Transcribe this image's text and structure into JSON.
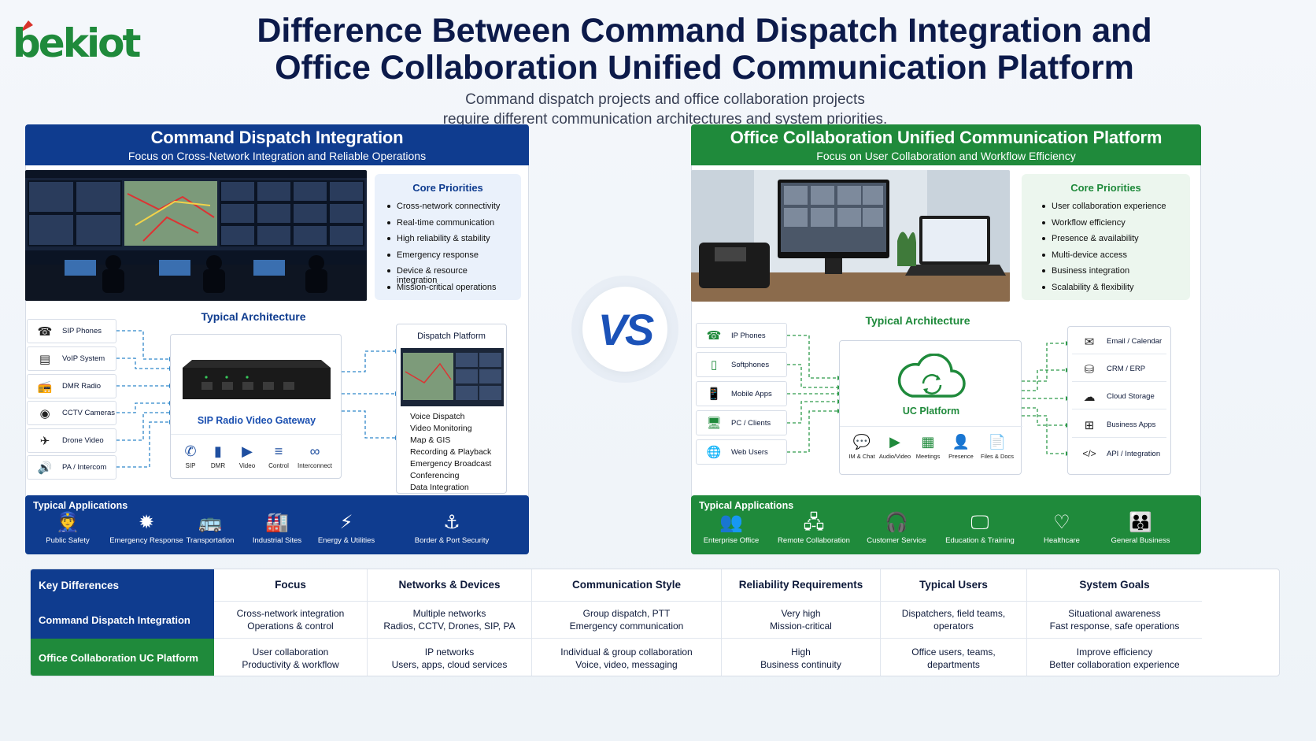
{
  "logo": {
    "text": "bekiot"
  },
  "title": {
    "line1": "Difference Between Command Dispatch Integration and",
    "line2": "Office Collaboration Unified Communication Platform"
  },
  "subtitle": {
    "line1": "Command dispatch projects and office collaboration projects",
    "line2": "require different communication architectures and system priorities."
  },
  "vs": "VS",
  "left": {
    "title": "Command Dispatch Integration",
    "subtitle": "Focus on Cross-Network Integration and Reliable Operations",
    "priorities_title": "Core Priorities",
    "priorities": [
      "Cross-network connectivity",
      "Real-time communication",
      "High reliability & stability",
      "Emergency response",
      "Device & resource integration",
      "Mission-critical operations"
    ],
    "arch_title": "Typical Architecture",
    "devices": [
      {
        "icon": "☎",
        "label": "SIP Phones"
      },
      {
        "icon": "▤",
        "label": "VoIP System"
      },
      {
        "icon": "📻",
        "label": "DMR Radio"
      },
      {
        "icon": "◉",
        "label": "CCTV Cameras"
      },
      {
        "icon": "✈",
        "label": "Drone Video"
      },
      {
        "icon": "🔊",
        "label": "PA / Intercom"
      }
    ],
    "gateway_label": "SIP Radio Video Gateway",
    "gateway_ports": [
      {
        "icon": "✆",
        "label": "SIP"
      },
      {
        "icon": "▮",
        "label": "DMR"
      },
      {
        "icon": "▶",
        "label": "Video"
      },
      {
        "icon": "≡",
        "label": "Control"
      },
      {
        "icon": "∞",
        "label": "Interconnect"
      }
    ],
    "platform_title": "Dispatch Platform",
    "platform_functions": [
      "Voice Dispatch",
      "Video Monitoring",
      "Map & GIS",
      "Recording & Playback",
      "Emergency Broadcast",
      "Conferencing",
      "Data Integration"
    ],
    "apps_title": "Typical Applications",
    "apps": [
      {
        "icon": "👮",
        "label": "Public Safety"
      },
      {
        "icon": "✹",
        "label": "Emergency Response"
      },
      {
        "icon": "🚌",
        "label": "Transportation"
      },
      {
        "icon": "🏭",
        "label": "Industrial Sites"
      },
      {
        "icon": "⚡",
        "label": "Energy & Utilities"
      },
      {
        "icon": "⚓",
        "label": "Border & Port Security"
      }
    ]
  },
  "right": {
    "title": "Office Collaboration Unified Communication Platform",
    "subtitle": "Focus on User Collaboration and Workflow Efficiency",
    "priorities_title": "Core Priorities",
    "priorities": [
      "User collaboration experience",
      "Workflow efficiency",
      "Presence & availability",
      "Multi-device access",
      "Business integration",
      "Scalability & flexibility"
    ],
    "arch_title": "Typical Architecture",
    "devices": [
      {
        "icon": "☎",
        "label": "IP Phones"
      },
      {
        "icon": "▯",
        "label": "Softphones"
      },
      {
        "icon": "📱",
        "label": "Mobile Apps"
      },
      {
        "icon": "🖥",
        "label": "PC / Clients"
      },
      {
        "icon": "🌐",
        "label": "Web Users"
      }
    ],
    "uc_label": "UC Platform",
    "uc_features": [
      {
        "icon": "💬",
        "label": "IM & Chat"
      },
      {
        "icon": "▶",
        "label": "Audio/Video"
      },
      {
        "icon": "▦",
        "label": "Meetings"
      },
      {
        "icon": "👤",
        "label": "Presence"
      },
      {
        "icon": "📄",
        "label": "Files & Docs"
      }
    ],
    "services": [
      {
        "icon": "✉",
        "label": "Email / Calendar"
      },
      {
        "icon": "⛁",
        "label": "CRM / ERP"
      },
      {
        "icon": "☁",
        "label": "Cloud Storage"
      },
      {
        "icon": "⊞",
        "label": "Business Apps"
      },
      {
        "icon": "</>",
        "label": "API / Integration"
      }
    ],
    "apps_title": "Typical Applications",
    "apps": [
      {
        "icon": "👥",
        "label": "Enterprise Office"
      },
      {
        "icon": "🖧",
        "label": "Remote Collaboration"
      },
      {
        "icon": "🎧",
        "label": "Customer Service"
      },
      {
        "icon": "🖵",
        "label": "Education & Training"
      },
      {
        "icon": "♡",
        "label": "Healthcare"
      },
      {
        "icon": "👪",
        "label": "General Business"
      }
    ]
  },
  "table": {
    "corner": "Key Differences",
    "headers": [
      "Focus",
      "Networks & Devices",
      "Communication Style",
      "Reliability Requirements",
      "Typical Users",
      "System Goals"
    ],
    "rows": [
      {
        "label": "Command Dispatch Integration",
        "cells": [
          [
            "Cross-network integration",
            "Operations & control"
          ],
          [
            "Multiple networks",
            "Radios, CCTV, Drones, SIP, PA"
          ],
          [
            "Group dispatch, PTT",
            "Emergency communication"
          ],
          [
            "Very high",
            "Mission-critical"
          ],
          [
            "Dispatchers, field teams,",
            "operators"
          ],
          [
            "Situational awareness",
            "Fast response, safe operations"
          ]
        ]
      },
      {
        "label": "Office Collaboration UC Platform",
        "cells": [
          [
            "User collaboration",
            "Productivity & workflow"
          ],
          [
            "IP networks",
            "Users, apps, cloud services"
          ],
          [
            "Individual & group collaboration",
            "Voice, video, messaging"
          ],
          [
            "High",
            "Business continuity"
          ],
          [
            "Office users, teams,",
            "departments"
          ],
          [
            "Improve efficiency",
            "Better collaboration experience"
          ]
        ]
      }
    ]
  },
  "colors": {
    "blue": "#0f3c8f",
    "green": "#1f8a3b",
    "dash_blue": "#2f86c9",
    "dash_green": "#2e9a4a"
  }
}
